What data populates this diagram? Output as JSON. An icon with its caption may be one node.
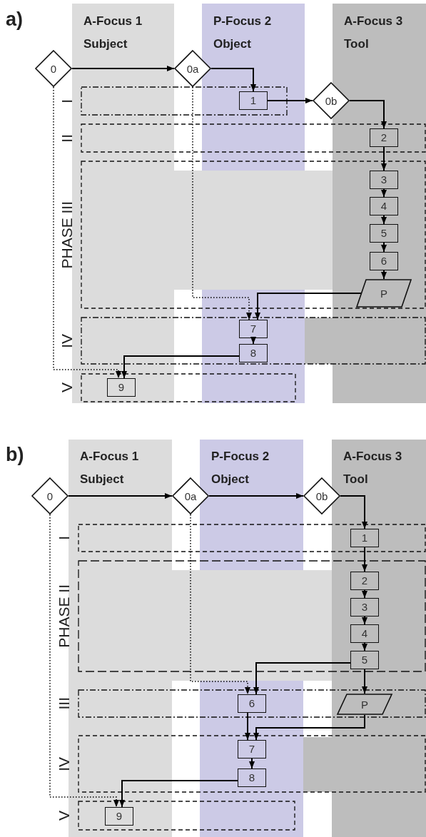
{
  "diagram": {
    "nodes": [
      {
        "text": [
          "I"
        ]
      },
      {
        "text": [
          "II"
        ]
      },
      {
        "text": [
          "PHASE III"
        ]
      },
      {
        "text": [
          "IV"
        ]
      },
      {
        "text": [
          "V"
        ]
      },
      {
        "text": [
          "0"
        ]
      },
      {
        "text": [
          "0a"
        ]
      },
      {
        "text": [
          "1"
        ],
        "in": 0
      },
      {
        "text": [
          "0b"
        ]
      },
      {
        "text": [
          "2"
        ],
        "in": 1
      },
      {
        "text": [
          "3"
        ],
        "in": 2
      },
      {
        "text": [
          "4"
        ],
        "in": 2
      },
      {
        "text": [
          "5"
        ],
        "in": 2
      },
      {
        "text": [
          "6"
        ],
        "in": 2
      },
      {
        "text": [
          "P"
        ],
        "in": 2
      },
      {
        "text": [
          "7"
        ],
        "in": 3
      },
      {
        "text": [
          "8"
        ],
        "in": 3
      },
      {
        "text": [
          "9"
        ],
        "in": 4
      },
      {
        "text": [
          "I"
        ]
      },
      {
        "text": [
          "PHASE II"
        ]
      },
      {
        "text": [
          "III"
        ]
      },
      {
        "text": [
          "IV"
        ]
      },
      {
        "text": [
          "V"
        ]
      },
      {
        "text": [
          "0"
        ]
      },
      {
        "text": [
          "0a"
        ]
      },
      {
        "text": [
          "0b"
        ]
      },
      {
        "text": [
          "1"
        ],
        "in": 18
      },
      {
        "text": [
          "2"
        ],
        "in": 19
      },
      {
        "text": [
          "3"
        ],
        "in": 19
      },
      {
        "text": [
          "4"
        ],
        "in": 19
      },
      {
        "text": [
          "5"
        ],
        "in": 19
      },
      {
        "text": [
          "P"
        ],
        "in": 20
      },
      {
        "text": [
          "6"
        ],
        "in": 20
      },
      {
        "text": [
          "7"
        ],
        "in": 21
      },
      {
        "text": [
          "8"
        ],
        "in": 21
      },
      {
        "text": [
          "9"
        ],
        "in": 22
      }
    ],
    "edges": [
      {
        "from": 5,
        "to": 6,
        "arrow": "to"
      },
      {
        "from": 6,
        "to": 7,
        "arrow": "to"
      },
      {
        "from": 7,
        "to": 8,
        "arrow": "to"
      },
      {
        "from": 8,
        "to": 9,
        "arrow": "to"
      },
      {
        "from": 9,
        "to": 10,
        "arrow": "to"
      },
      {
        "from": 10,
        "to": 11,
        "arrow": "to"
      },
      {
        "from": 11,
        "to": 12,
        "arrow": "to"
      },
      {
        "from": 12,
        "to": 13,
        "arrow": "to"
      },
      {
        "from": 13,
        "to": 14,
        "arrow": "to"
      },
      {
        "from": 14,
        "to": 15,
        "arrow": "to"
      },
      {
        "from": 6,
        "to": 15,
        "arrow": "to",
        "style": "dashed"
      },
      {
        "from": 15,
        "to": 16,
        "arrow": "to"
      },
      {
        "from": 16,
        "to": 17,
        "arrow": "to"
      },
      {
        "from": 5,
        "to": 17,
        "arrow": "to",
        "style": "dashed"
      },
      {
        "from": 23,
        "to": 24,
        "arrow": "to"
      },
      {
        "from": 24,
        "to": 25,
        "arrow": "to"
      },
      {
        "from": 25,
        "to": 26,
        "arrow": "to"
      },
      {
        "from": 26,
        "to": 27,
        "arrow": "to"
      },
      {
        "from": 27,
        "to": 28,
        "arrow": "to"
      },
      {
        "from": 28,
        "to": 29,
        "arrow": "to"
      },
      {
        "from": 29,
        "to": 30,
        "arrow": "to"
      },
      {
        "from": 30,
        "to": 32,
        "arrow": "to"
      },
      {
        "from": 30,
        "to": 31,
        "arrow": "to"
      },
      {
        "from": 24,
        "to": 32,
        "arrow": "to",
        "style": "dashed"
      },
      {
        "from": 32,
        "to": 33,
        "arrow": "to"
      },
      {
        "from": 31,
        "to": 33,
        "arrow": "to"
      },
      {
        "from": 33,
        "to": 34,
        "arrow": "to"
      },
      {
        "from": 34,
        "to": 35,
        "arrow": "to"
      },
      {
        "from": 23,
        "to": 35,
        "arrow": "to",
        "style": "dashed"
      }
    ],
    "labels": [
      "a)",
      "A-Focus 1 Subject",
      "P-Focus 2 Object",
      "A-Focus 3 Tool",
      "b)",
      "A-Focus 1 Subject",
      "P-Focus 2 Object",
      "A-Focus 3 Tool"
    ]
  }
}
